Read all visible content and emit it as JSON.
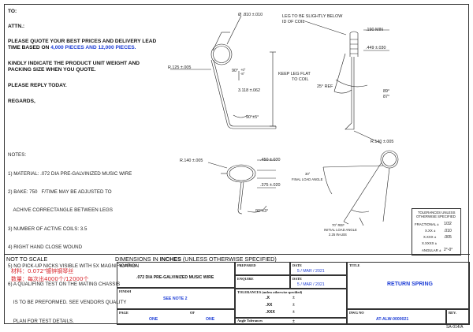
{
  "header": {
    "to": "TO:",
    "attn": "ATTN.:",
    "quote_line1": "PLEASE QUOTE YOUR BEST PRICES AND DELIVERY LEAD",
    "quote_line2_prefix": "TIME BASED ON ",
    "quote_line2_highlight": "4,000 PIECES AND 12,000 PIECES.",
    "weight_line1": "KINDLY INDICATE THE PRODUCT UNIT WEIGHT AND",
    "weight_line2": "PACKING SIZE WHEN YOU QUOTE.",
    "reply": "PLEASE REPLY TODAY.",
    "regards": "REGARDS,"
  },
  "notes": {
    "title": "NOTES:",
    "items": [
      "1) MATERIAL: .072 DIA PRE-GALVINIZED MUSIC WIRE",
      "2) BAKE: 750   F/TIME MAY BE ADJUSTED TO",
      "    ACHIVE CORRECTANGLE BETWEEN LEGS",
      "3) NUMBER OF ACTIVE COILS: 3.5",
      "4) RIGHT HAND CLOSE WOUND",
      "5) NO PICK-UP NICKS VISIBLE WITH 5X MAGNIFICATION",
      "6) A QUALIFING TEST ON THE MATING CHASSIS",
      "    IS TO BE PREFORMED. SEE VENDORS QUALITY",
      "    PLAN FOR TEST DETAILS."
    ]
  },
  "dims": {
    "coil_dia": "Ø .810 ±.010",
    "leg_note1": "LEG TO BE SLIGHTLY BELOW",
    "leg_note2": "ID OF COIL",
    "min190": ".190  MIN",
    "d449": ".449 ±.030",
    "r125": "R.125 ±.005",
    "angle90": "90°",
    "angle90_tol": "+0°\n-8°",
    "keep_leg1": "KEEP LEG FLAT",
    "keep_leg2": "TO COIL",
    "d3118": "3.118 ±.062",
    "ref25": "25° REF",
    "a89": "89°",
    "a87": "87°",
    "a90b": "90°±5°",
    "r140a": "R.140 ±.005",
    "r140b": "R.140 ±.005",
    "d450": ".450 ±.030",
    "d375": ".375 ±.020",
    "a90c": "90°±3°",
    "final_angle": "FINAL LOAD ANGLE",
    "a30": "30°",
    "ref70": "70° REF",
    "initial_angle1": "INITIAL LOAD ANGLE",
    "initial_angle2": "2.25 IN-LBS"
  },
  "tolerance_box": {
    "title1": "TOLERANCES UNLESS",
    "title2": "OTHERWISE SPECIFIED",
    "fractional_label": "FRACTIONAL ±",
    "fractional_val": "1/32",
    "xxx_label": "X.XX ±",
    "xxx_val": ".010",
    "xxxx_label": "X.XXX ±",
    "xxxx_val": ".005",
    "xxxxx_label": "X.XXXX ±",
    "xxxxx_val": "",
    "angular_label": "ANGULAR ±",
    "angular_val": "2°-0°"
  },
  "footer": {
    "not_to_scale": "NOT TO SCALE",
    "dimensions_prefix": "DIMENSIONS IN ",
    "dimensions_bold": "INCHES",
    "dimensions_suffix": " (UNLESS OTHERWISE SPECIFIED)",
    "cn_material": "材料：0.072\"镀锌钢琴丝",
    "cn_qty": "数量：每次出4000个/12000个",
    "material_label": "MATERIAL",
    "material_val": ".072 DIA PRE-GALVINIZED MUSIC WIRE",
    "finish_label": "FINISH",
    "finish_val": "SEE NOTE 2",
    "page_label": "PAGE",
    "page_val": "ONE",
    "of_label": "OF",
    "of_val": "ONE",
    "prepared_label": "PREPARED",
    "date_label1": "DATE",
    "date1": "5  /  MAR  /  2021",
    "enquire_label": "ENQUIRE",
    "date_label2": "DATE",
    "date2": "5  /  MAR  /  2021",
    "tolerances_label": "TOLERANCES (unless otherwise specified)",
    "tol_x": ".X",
    "tol_xx": ".XX",
    "tol_xxx": ".XXX",
    "pm": "±",
    "angle_tol_label": "Angle Tolerances",
    "title_label": "TITLE",
    "title_val": "RETURN SPRING",
    "dwg_label": "DWG NO",
    "dwg_val": "AT-ALW-0000021",
    "rev_label": "REV.",
    "form_no": "SA-014/A"
  }
}
